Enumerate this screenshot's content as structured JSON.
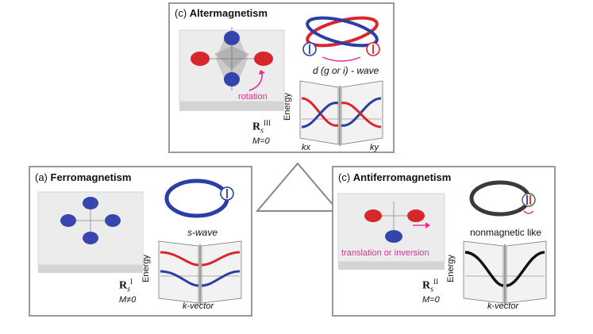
{
  "alter": {
    "tag": "(c)",
    "name": "Altermagnetism",
    "wave": "d (g or i) - wave",
    "rotation": "rotation",
    "r_base": "R",
    "r_sub": "s",
    "r_sup": "III",
    "m": "M=0",
    "energy": "Energy",
    "kx": "kx",
    "ky": "ky"
  },
  "ferro": {
    "tag": "(a)",
    "name": "Ferromagnetism",
    "wave": "s-wave",
    "r_base": "R",
    "r_sub": "s",
    "r_sup": "I",
    "m": "M≠0",
    "energy": "Energy",
    "kvec": "k-vector"
  },
  "anti": {
    "tag": "(c)",
    "name": "Antiferromagnetism",
    "wave": "nonmagnetic like",
    "translation": "translation or inversion",
    "r_base": "R",
    "r_sub": "s",
    "r_sup": "II",
    "m": "M=0",
    "energy": "Energy",
    "kvec": "k-vector"
  },
  "colors": {
    "spin_up": "#e0262b",
    "spin_down": "#2a3fa6",
    "accent": "#e8289a",
    "border": "#9a9a9a",
    "slab": "#e7e7e7"
  }
}
